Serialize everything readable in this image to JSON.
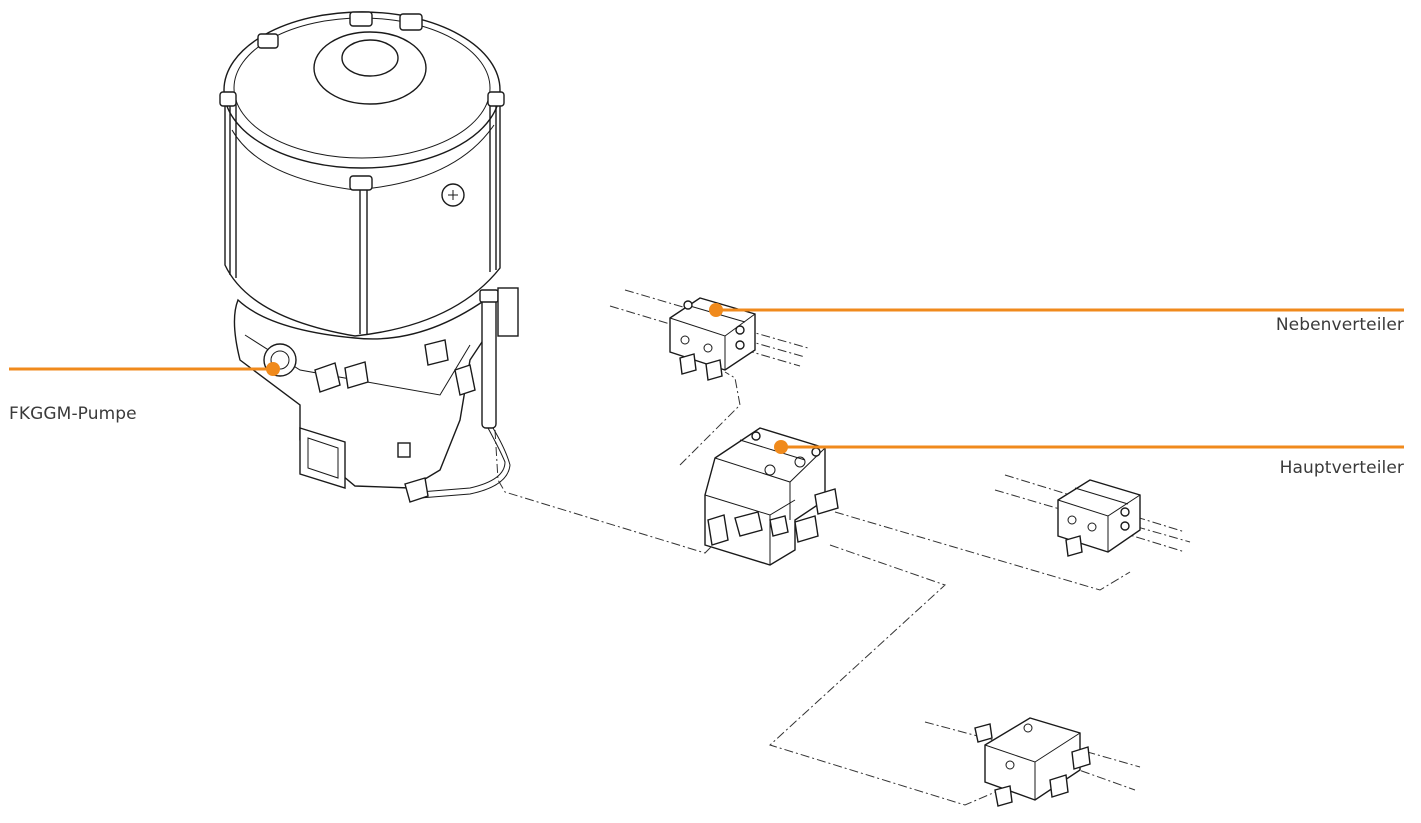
{
  "labels": {
    "pump": "FKGGM-Pumpe",
    "secondary_distributor": "Nebenverteiler",
    "main_distributor": "Hauptverteiler"
  },
  "colors": {
    "callout": "#f08a1c",
    "drawing": "#1a1a1a",
    "text": "#3a3a3a"
  }
}
